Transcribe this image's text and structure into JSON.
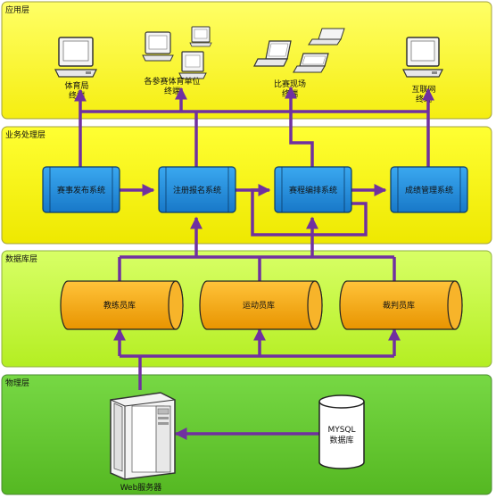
{
  "layers": {
    "application": "应用层",
    "business": "业务处理层",
    "database": "数据库层",
    "physical": "物理层"
  },
  "terminals": {
    "gym_line1": "体育局",
    "gym_line2": "终端",
    "teams_line1": "各参赛体育单位",
    "teams_line2": "终端",
    "venue_line1": "比赛现场",
    "venue_line2": "终端",
    "internet_line1": "互联网",
    "internet_line2": "终端"
  },
  "systems": {
    "publish": "赛事发布系统",
    "register": "注册报名系统",
    "schedule": "赛程编排系统",
    "scores": "成绩管理系统"
  },
  "databases": {
    "coach": "教练员库",
    "athlete": "运动员库",
    "referee": "裁判员库"
  },
  "physical": {
    "web_server": "Web服务器",
    "mysql_line1": "MYSQL",
    "mysql_line2": "数据库"
  },
  "colors": {
    "arrow": "#7030a0",
    "app_layer": "#ffff33",
    "business_layer": "#ffff00",
    "database_layer": "#ccff33",
    "physical_layer": "#66cc33",
    "system_box": "#1e90e0",
    "db_cylinder": "#f0a500"
  }
}
